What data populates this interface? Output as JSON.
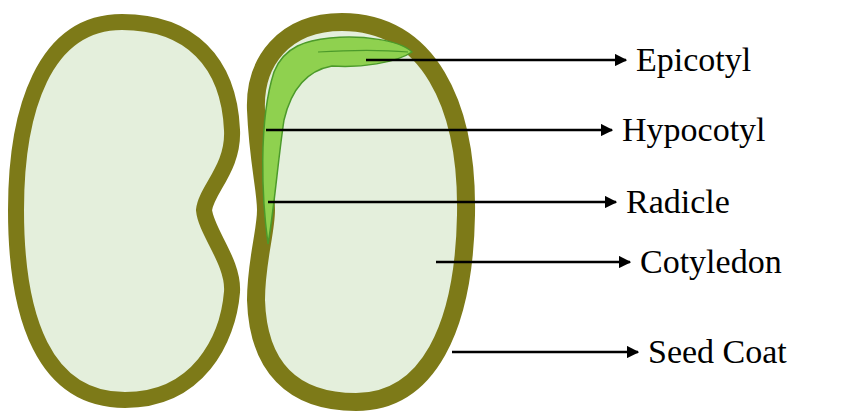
{
  "diagram": {
    "labels": [
      "Epicotyl",
      "Hypocotyl",
      "Radicle",
      "Cotyledon",
      "Seed Coat"
    ]
  }
}
